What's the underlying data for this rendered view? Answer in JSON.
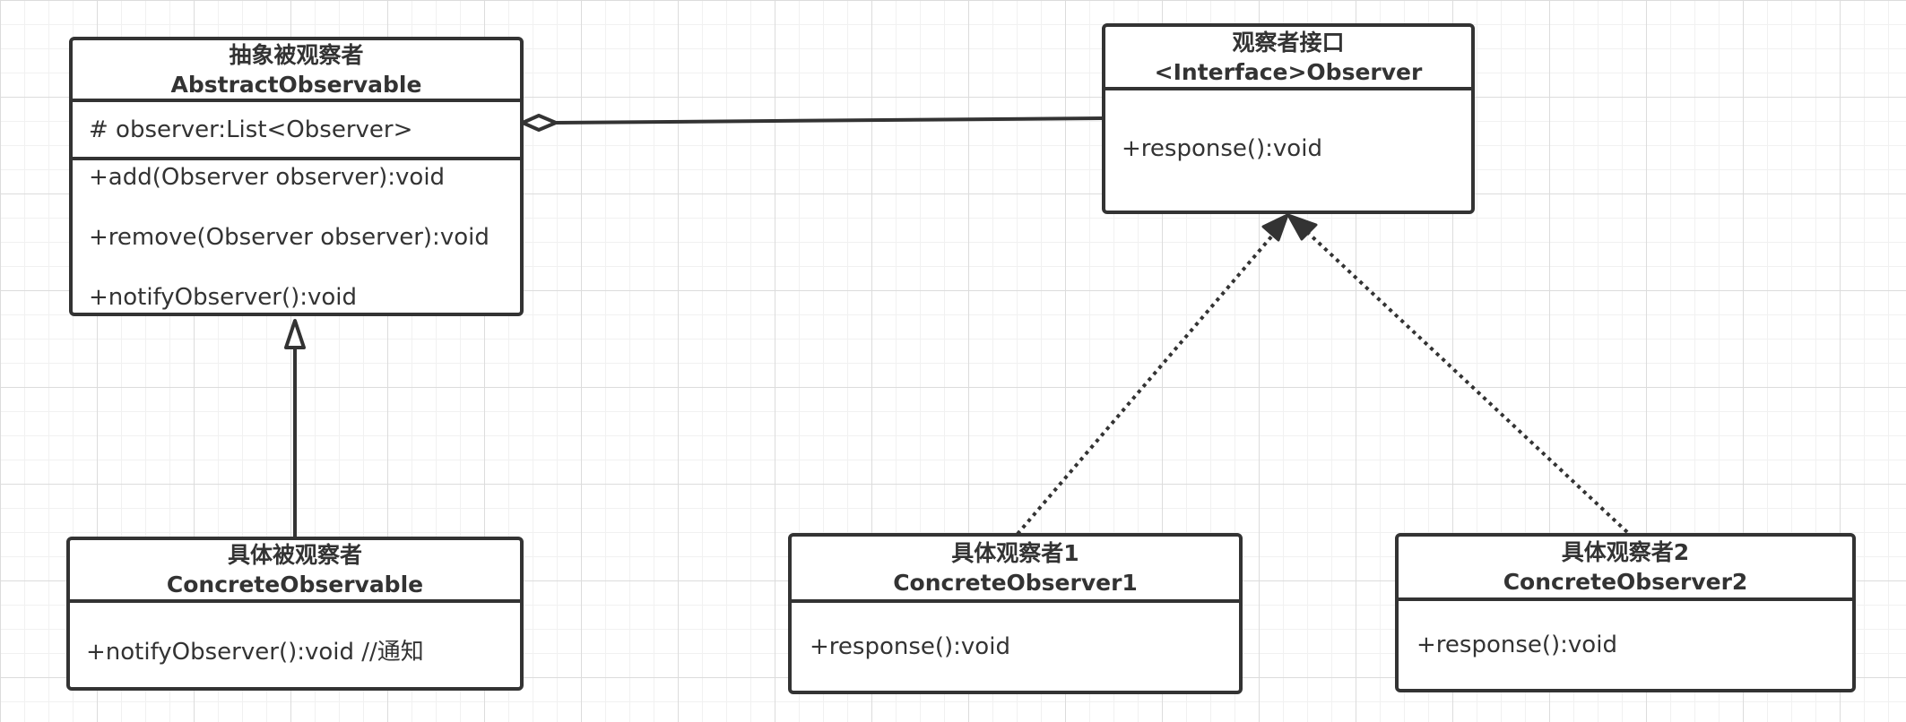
{
  "classes": {
    "abstract_observable": {
      "stereotype_cn": "抽象被观察者",
      "name": "AbstractObservable",
      "attributes": [
        "# observer:List<Observer>"
      ],
      "methods": [
        "+add(Observer observer):void",
        "+remove(Observer observer):void",
        "+notifyObserver():void"
      ]
    },
    "observer_interface": {
      "stereotype_cn": "观察者接口",
      "name": "<Interface>Observer",
      "methods": [
        "+response():void"
      ]
    },
    "concrete_observable": {
      "stereotype_cn": "具体被观察者",
      "name": "ConcreteObservable",
      "methods": [
        "+notifyObserver():void //通知"
      ]
    },
    "concrete_observer_1": {
      "stereotype_cn": "具体观察者1",
      "name": "ConcreteObserver1",
      "methods": [
        "+response():void"
      ]
    },
    "concrete_observer_2": {
      "stereotype_cn": "具体观察者2",
      "name": "ConcreteObserver2",
      "methods": [
        "+response():void"
      ]
    }
  },
  "relations": [
    {
      "type": "aggregation",
      "from": "abstract_observable",
      "to": "observer_interface"
    },
    {
      "type": "inheritance",
      "from": "concrete_observable",
      "to": "abstract_observable"
    },
    {
      "type": "realization",
      "from": "concrete_observer_1",
      "to": "observer_interface"
    },
    {
      "type": "realization",
      "from": "concrete_observer_2",
      "to": "observer_interface"
    }
  ],
  "colors": {
    "stroke": "#333333",
    "background": "#ffffff",
    "grid": "#dcdcdc"
  }
}
